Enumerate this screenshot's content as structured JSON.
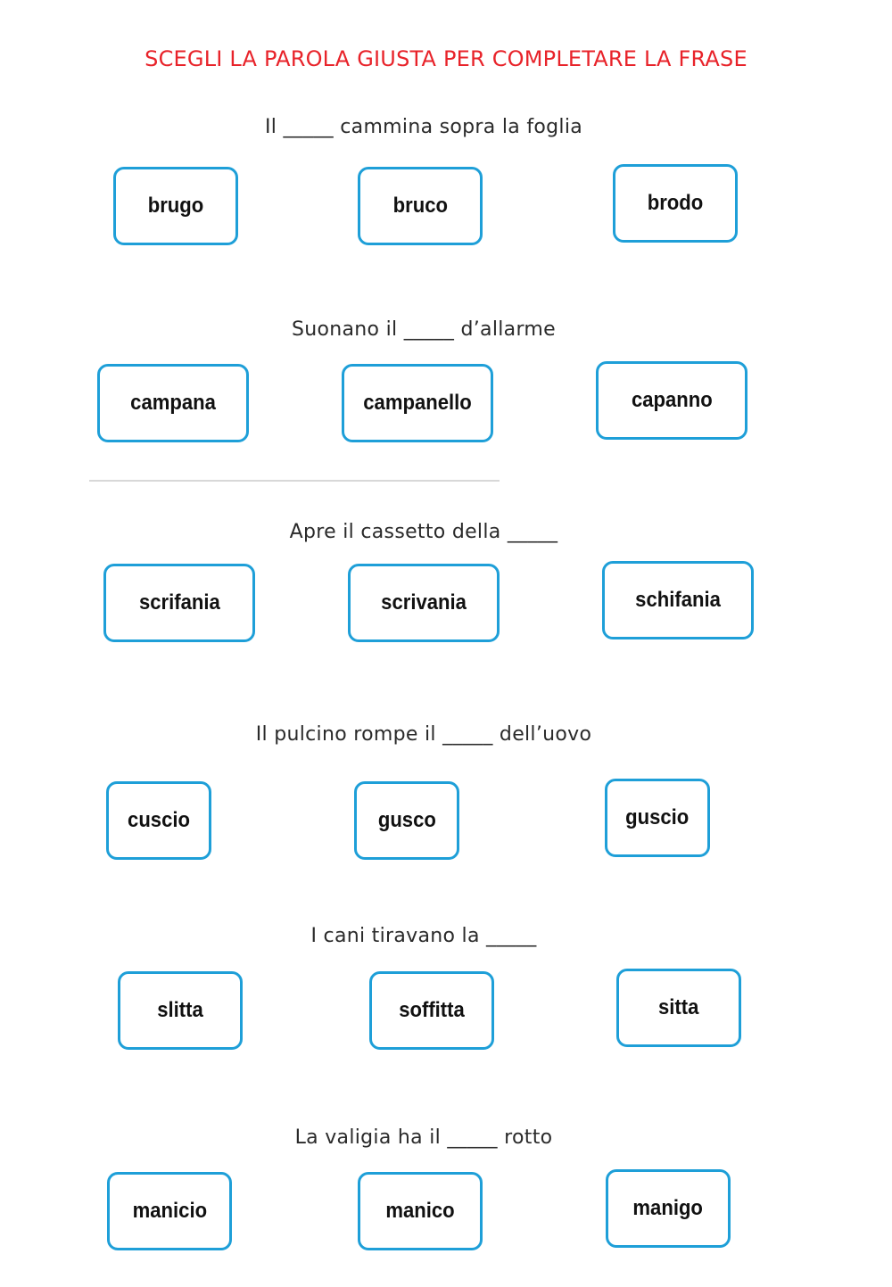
{
  "title": "SCEGLI LA PAROLA GIUSTA PER COMPLETARE LA FRASE",
  "questions": [
    {
      "sentence": "Il _____ cammina sopra la foglia",
      "options": [
        "brugo",
        "bruco",
        "brodo"
      ]
    },
    {
      "sentence": "Suonano il _____ d’allarme",
      "options": [
        "campana",
        "campanello",
        "capanno"
      ]
    },
    {
      "sentence": "Apre il cassetto della _____",
      "options": [
        "scrifania",
        "scrivania",
        "schifania"
      ]
    },
    {
      "sentence": "Il pulcino rompe il _____ dell’uovo",
      "options": [
        "cuscio",
        "gusco",
        "guscio"
      ]
    },
    {
      "sentence": "I cani tiravano la _____",
      "options": [
        "slitta",
        "soffitta",
        "sitta"
      ]
    },
    {
      "sentence": "La valigia ha il _____ rotto",
      "options": [
        "manicio",
        "manico",
        "manigo"
      ]
    }
  ],
  "colors": {
    "title": "#e8232a",
    "border": "#1e9fd8"
  }
}
